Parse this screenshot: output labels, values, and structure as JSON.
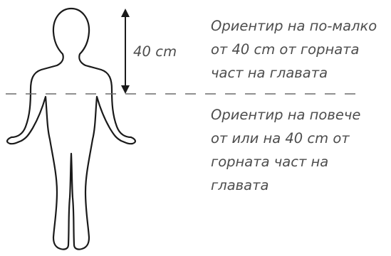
{
  "measurement_label": "40 cm",
  "upper_caption": {
    "lines": [
      "Ориентир на по-малко",
      "от 40 cm от горната",
      "част на главата"
    ]
  },
  "lower_caption": {
    "lines": [
      "Ориентир на повече",
      "от или на 40 cm от",
      "горната част на",
      "главата"
    ]
  },
  "colors": {
    "figure_outline": "#1a1a1a",
    "dashed_line": "#6b6b6b",
    "text": "#4d4d4d"
  }
}
